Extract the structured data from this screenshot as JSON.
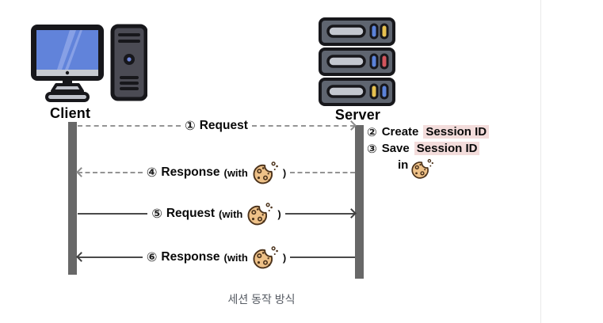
{
  "page": {
    "background": "#ffffff",
    "caption": "세션 동작 방식"
  },
  "actors": {
    "client": {
      "label": "Client",
      "icon": "desktop-computer-icon"
    },
    "server": {
      "label": "Server",
      "icon": "server-rack-icon"
    }
  },
  "messages": [
    {
      "number": "①",
      "action": "Request",
      "line_style": "dashed",
      "direction": "client-to-server"
    },
    {
      "number": "④",
      "action": "Response",
      "with_open": "(with",
      "with_close": ")",
      "cookie": "cookie-icon",
      "line_style": "dashed",
      "direction": "server-to-client"
    },
    {
      "number": "⑤",
      "action": "Request",
      "with_open": "(with",
      "with_close": ")",
      "cookie": "cookie-icon",
      "line_style": "solid",
      "direction": "client-to-server"
    },
    {
      "number": "⑥",
      "action": "Response",
      "with_open": "(with",
      "with_close": ")",
      "cookie": "cookie-icon",
      "line_style": "solid",
      "direction": "server-to-client"
    }
  ],
  "server_notes": [
    {
      "number": "②",
      "verb": "Create",
      "highlighted": "Session ID"
    },
    {
      "number": "③",
      "verb": "Save",
      "highlighted": "Session ID",
      "continuation": "in",
      "cookie": "cookie-icon"
    }
  ],
  "colors": {
    "session_id_highlight": "#f3dcdb",
    "lifeline_gray": "#686868",
    "dashed_arrow_gray": "#8b8b8b",
    "solid_arrow_dark": "#3f3f3f",
    "caption_gray": "#565b63",
    "cookie_tan": "#eec188",
    "screen_blue": "#6183da"
  }
}
